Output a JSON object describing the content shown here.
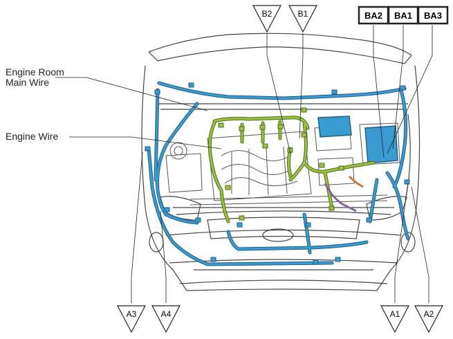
{
  "labels": {
    "engine_room_main_wire_line1": "Engine Room",
    "engine_room_main_wire_line2": "Main Wire",
    "engine_wire": "Engine Wire"
  },
  "connectors_top": {
    "b2": "B2",
    "b1": "B1",
    "ba2": "BA2",
    "ba1": "BA1",
    "ba3": "BA3"
  },
  "connectors_bottom": {
    "a3": "A3",
    "a4": "A4",
    "a1": "A1",
    "a2": "A2"
  },
  "colors": {
    "main_wire": "#3a9bd1",
    "main_wire_dark": "#1f5f85",
    "engine_wire": "#9ac23c",
    "engine_wire_dark": "#4f6b1a",
    "purple_wire": "#8c5ea8",
    "orange_wire": "#c8793a",
    "outline": "#333333"
  }
}
